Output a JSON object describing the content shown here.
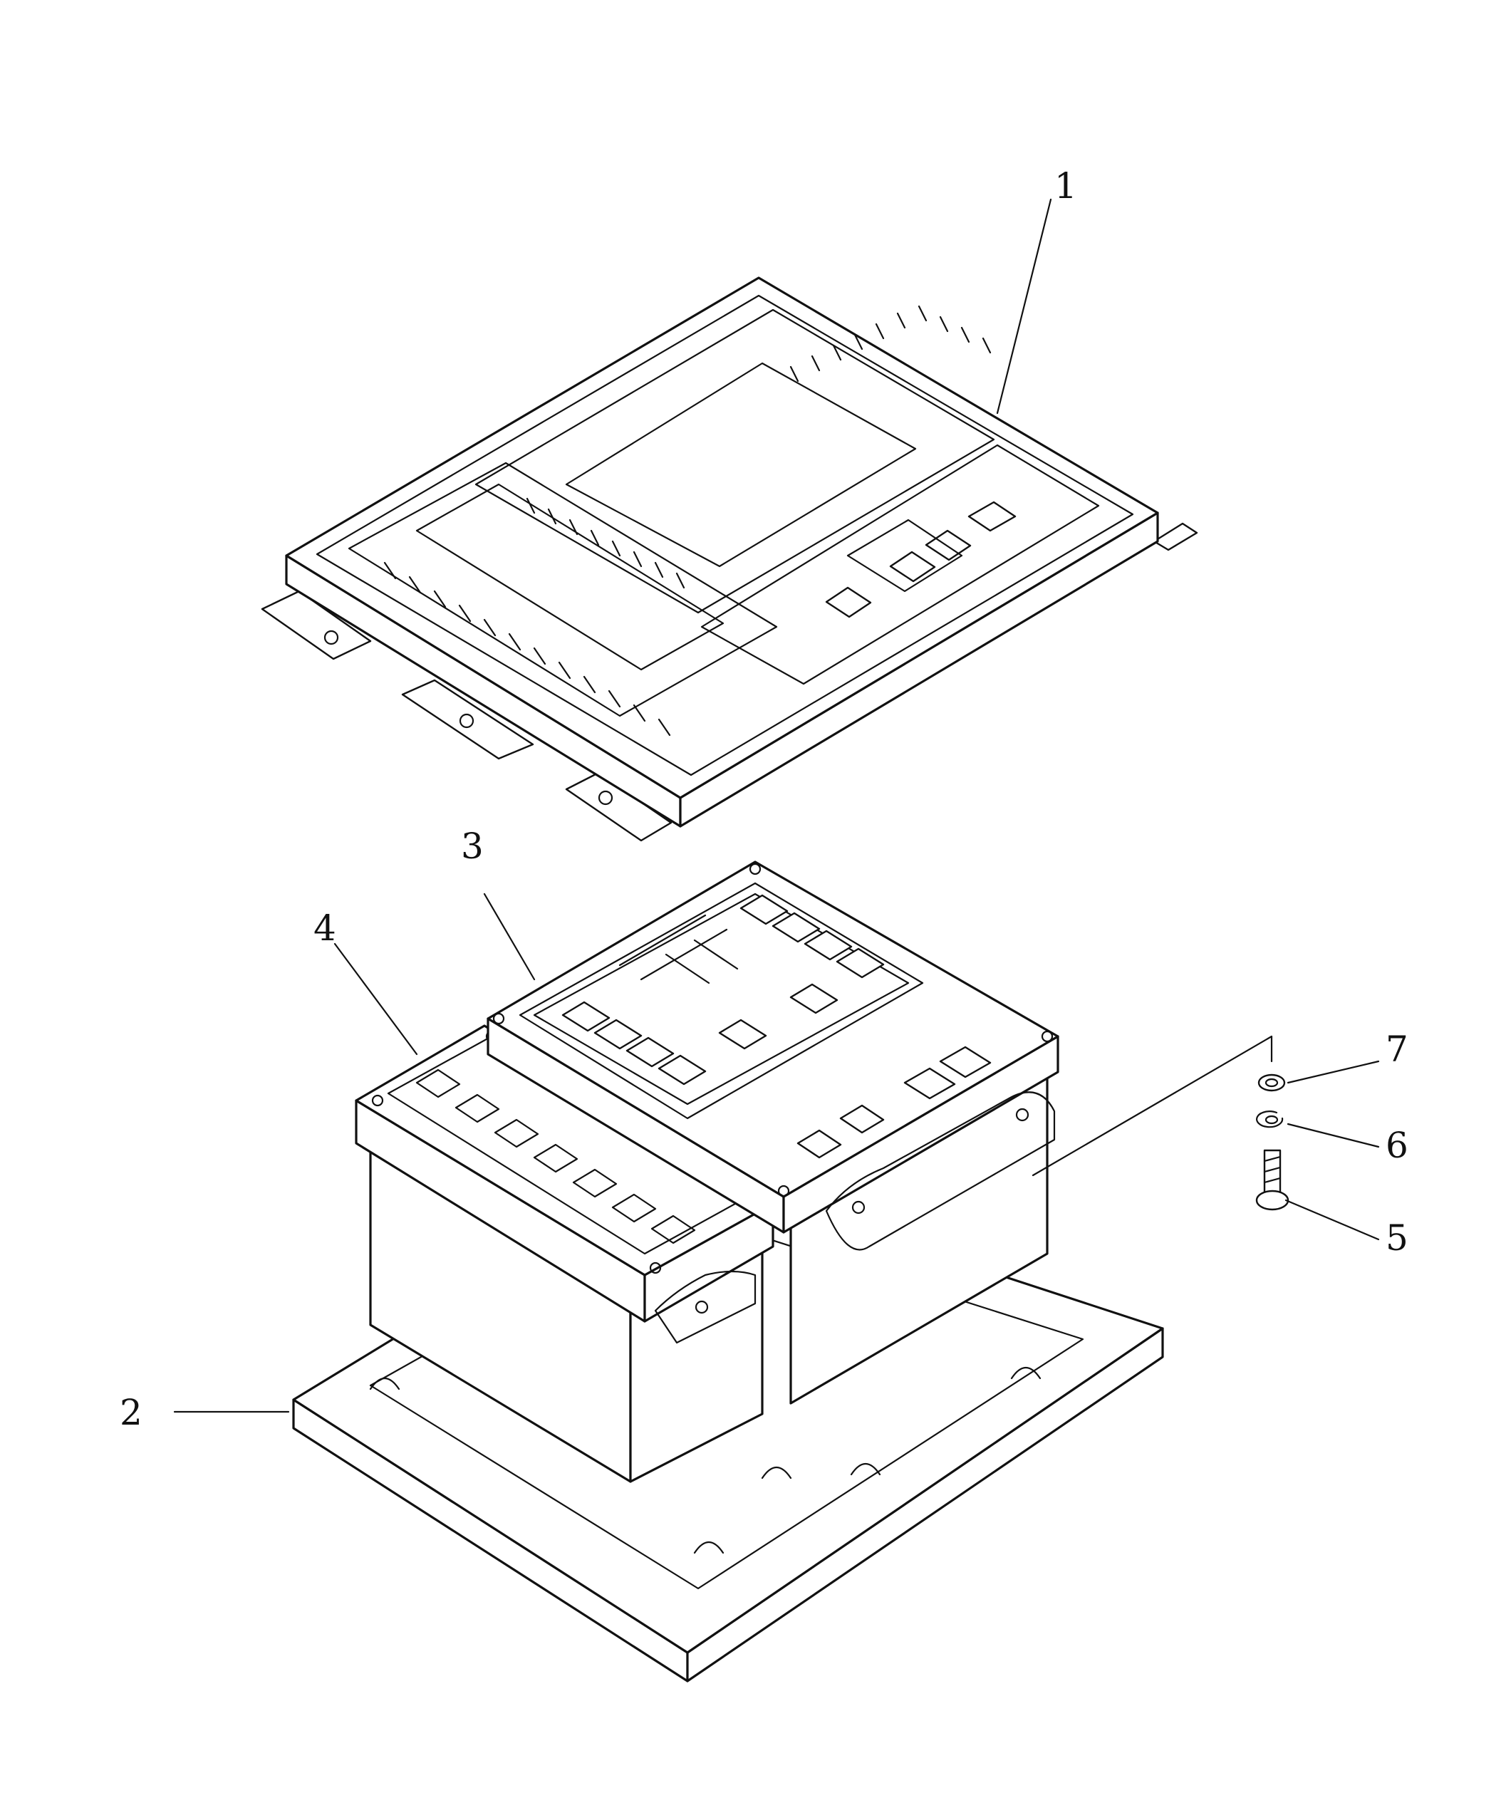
{
  "callouts": [
    {
      "label": "1",
      "part": "monitor-cover"
    },
    {
      "label": "2",
      "part": "mounting-plate"
    },
    {
      "label": "3",
      "part": "main-monitor-unit"
    },
    {
      "label": "4",
      "part": "auxiliary-monitor-unit"
    },
    {
      "label": "5",
      "part": "bolt"
    },
    {
      "label": "6",
      "part": "lock-washer"
    },
    {
      "label": "7",
      "part": "flat-washer"
    }
  ]
}
